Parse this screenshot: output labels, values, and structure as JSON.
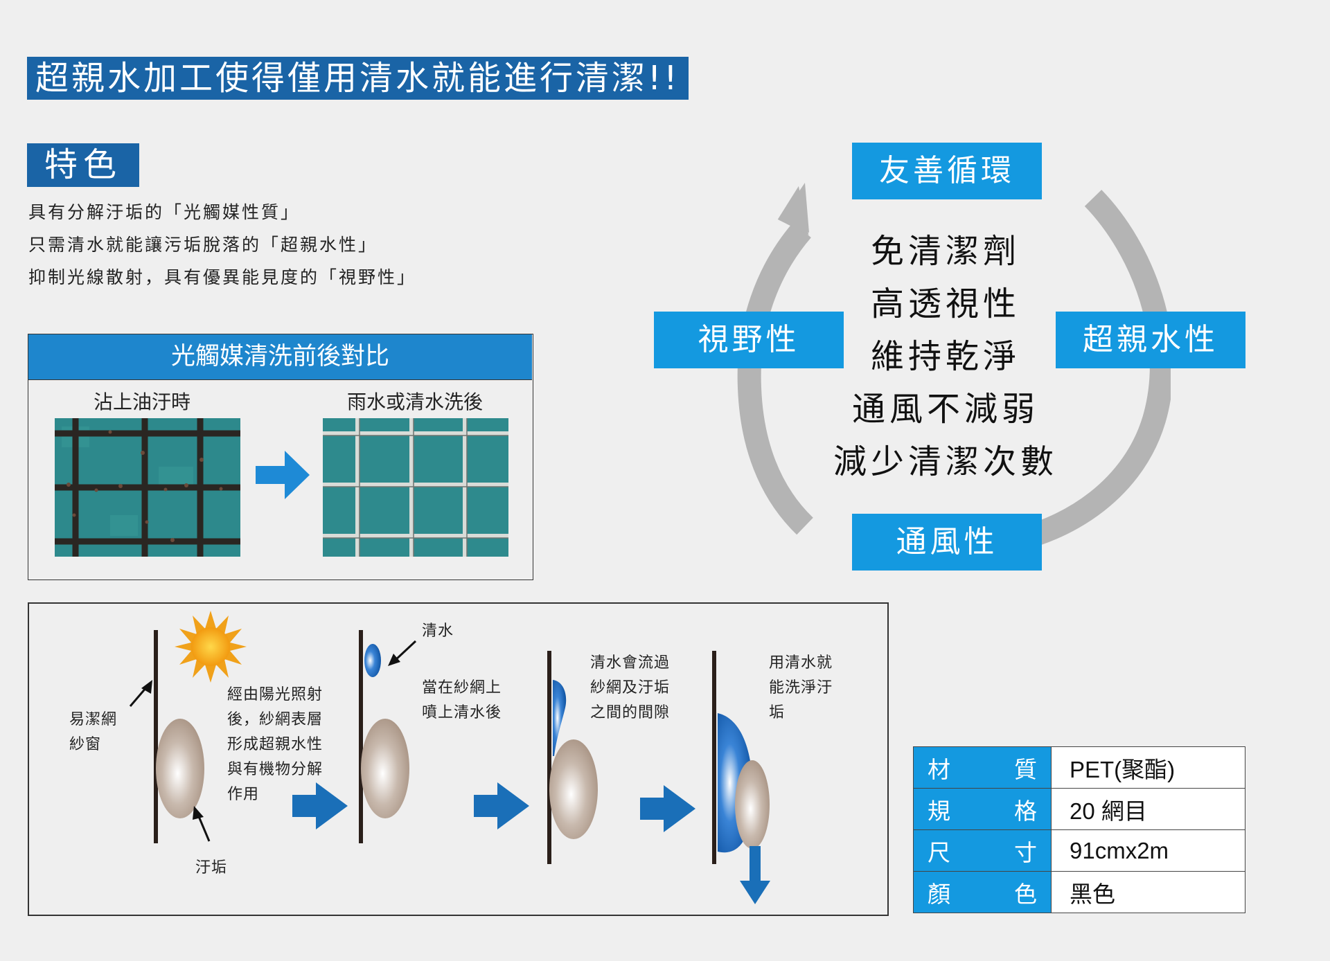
{
  "headline": "超親水加工使得僅用清水就能進行清潔!!",
  "features": {
    "title": "特色",
    "items": [
      "具有分解汙垢的「光觸媒性質」",
      "只需清水就能讓污垢脫落的「超親水性」",
      "抑制光線散射，具有優異能見度的「視野性」"
    ]
  },
  "comparison": {
    "title": "光觸媒清洗前後對比",
    "before_label": "沾上油汙時",
    "after_label": "雨水或清水洗後"
  },
  "process": {
    "mesh_label": "易潔網\n紗窗",
    "dirt_label": "汙垢",
    "step1": "經由陽光照射\n後，紗網表層\n形成超親水性\n與有機物分解\n作用",
    "water_label": "清水",
    "step2": "當在紗網上\n噴上清水後",
    "step3": "清水會流過\n紗網及汙垢\n之間的間隙",
    "step4": "用清水就\n能洗淨汙\n垢"
  },
  "cycle": {
    "top": "友善循環",
    "left": "視野性",
    "right": "超親水性",
    "bottom": "通風性",
    "benefits": [
      "免清潔劑",
      "高透視性",
      "維持乾淨",
      "通風不減弱",
      "減少清潔次數"
    ]
  },
  "specs": [
    {
      "k1": "材",
      "k2": "質",
      "value": "PET(聚酯)"
    },
    {
      "k1": "規",
      "k2": "格",
      "value": "20 網目"
    },
    {
      "k1": "尺",
      "k2": "寸",
      "value": "91cmx2m"
    },
    {
      "k1": "顏",
      "k2": "色",
      "value": "黑色"
    }
  ],
  "colors": {
    "brand_blue": "#1a64a6",
    "cycle_blue": "#1499e0",
    "arrow_blue": "#1a6fb8",
    "ring_gray": "#b4b4b4"
  }
}
